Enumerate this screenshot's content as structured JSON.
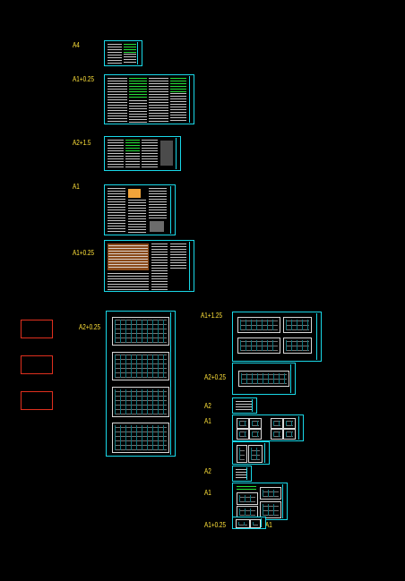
{
  "labels": {
    "l1": "A4",
    "l2": "A1+0.25",
    "l3": "A2+1.5",
    "l4": "A1",
    "l5": "A1+0.25",
    "l6": "A2+0.25",
    "l7": "A1+1.25",
    "l8": "A2+0.25",
    "l9": "A2",
    "l10": "A1",
    "l11": "A2",
    "l12": "A1",
    "l13": "A1+0.25",
    "l14": "A1"
  },
  "colors": {
    "background": "#000000",
    "frame": "#19d8e8",
    "label": "#ffe23a",
    "marker": "#e0301e"
  }
}
